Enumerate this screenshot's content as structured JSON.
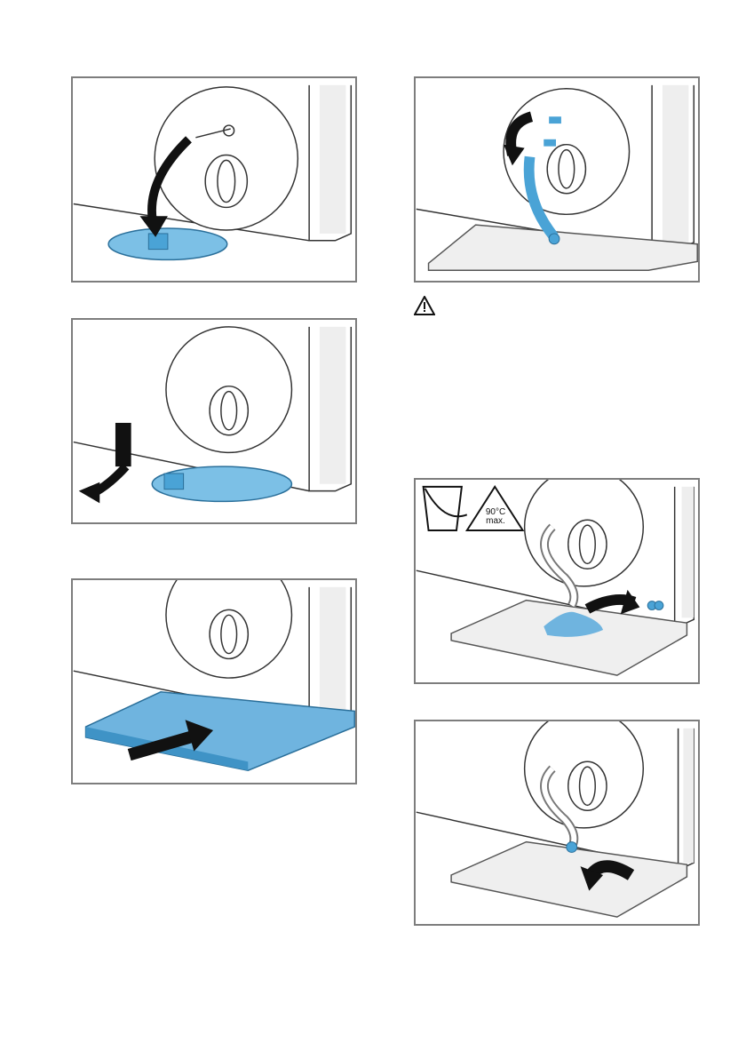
{
  "page": {
    "illustrations": [
      {
        "id": "open-service-flap",
        "icon": "arrow-down-flap"
      },
      {
        "id": "remove-flap",
        "icon": "arrow-down-curve"
      },
      {
        "id": "slide-tray-under",
        "icon": "arrow-right"
      },
      {
        "id": "pull-out-hose",
        "icon": "arrow-curve-left"
      },
      {
        "id": "drain-water-into-tray",
        "icon": "bucket-90c-max"
      },
      {
        "id": "replace-hose-plug",
        "icon": "arrow-curve-up"
      }
    ],
    "hot_water_badge": {
      "line1": "90°C",
      "line2": "max."
    },
    "warning_icon": "warning-triangle-icon",
    "colors": {
      "accent_blue": "#4aa3d6",
      "blue_light": "#7cc0e6",
      "frame": "#7d7d7d"
    }
  }
}
